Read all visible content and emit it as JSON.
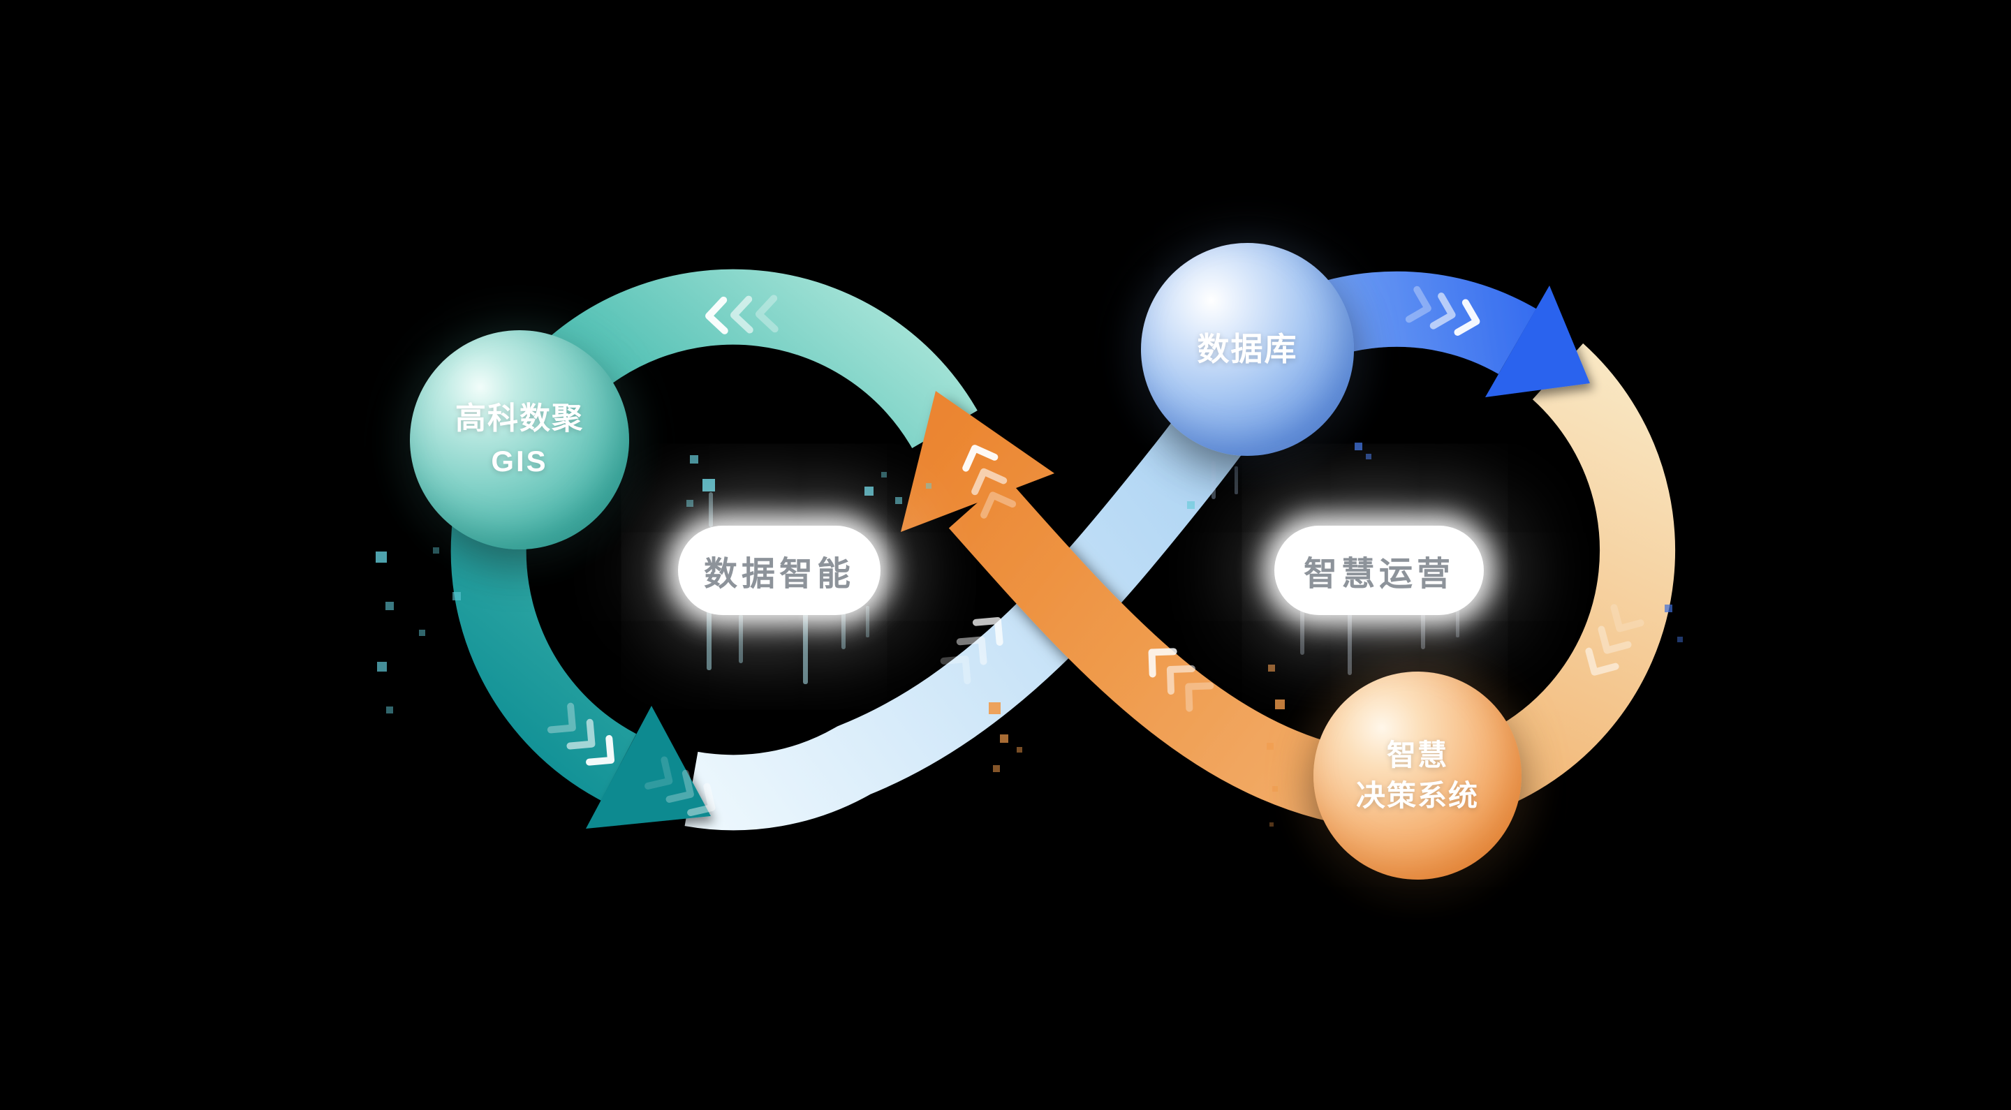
{
  "diagram": {
    "background": "#000000",
    "nodes": {
      "gis": {
        "line1": "高科数聚",
        "line2": "GIS"
      },
      "database": {
        "label": "数据库"
      },
      "decision": {
        "line1": "智慧",
        "line2": "决策系统"
      }
    },
    "labels": {
      "left": "数据智能",
      "right": "智慧运营"
    },
    "colors": {
      "teal": "#169598",
      "teal_light": "#aee7db",
      "light_blue": "#bfdef6",
      "blue": "#2a63ef",
      "cream": "#f7dfb2",
      "orange": "#eb8530",
      "pill_text": "#8d939a"
    }
  }
}
